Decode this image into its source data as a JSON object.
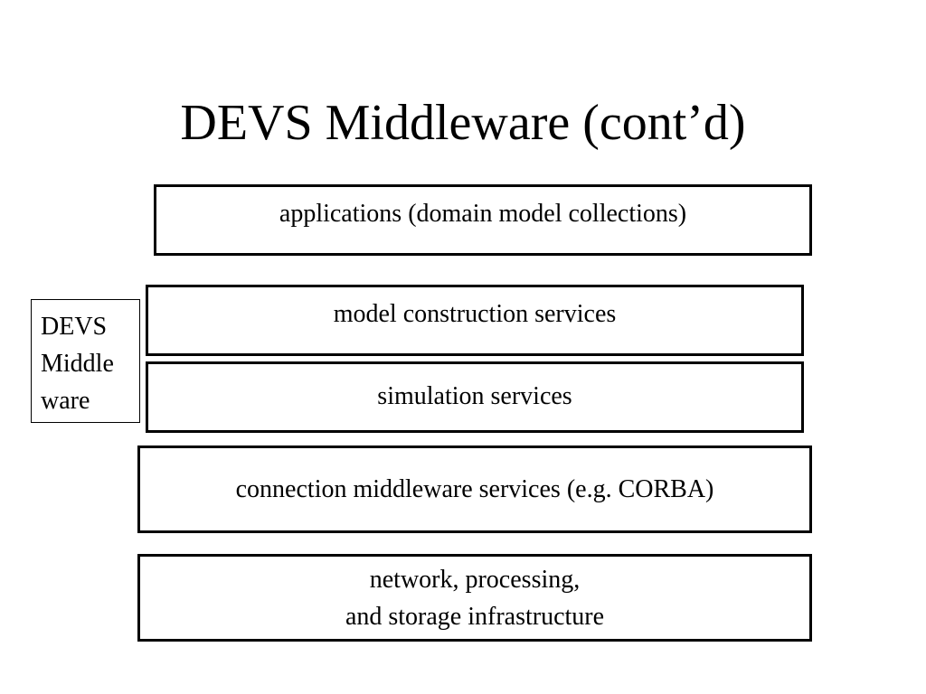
{
  "title": "DEVS Middleware (cont’d)",
  "side_label": "DEVS\nMiddle\nware",
  "layers": [
    {
      "label": "applications (domain model collections)"
    },
    {
      "label": "model construction services"
    },
    {
      "label": "simulation services"
    },
    {
      "label": "connection middleware services (e.g. CORBA)"
    },
    {
      "label": "network, processing,\nand storage infrastructure"
    }
  ]
}
